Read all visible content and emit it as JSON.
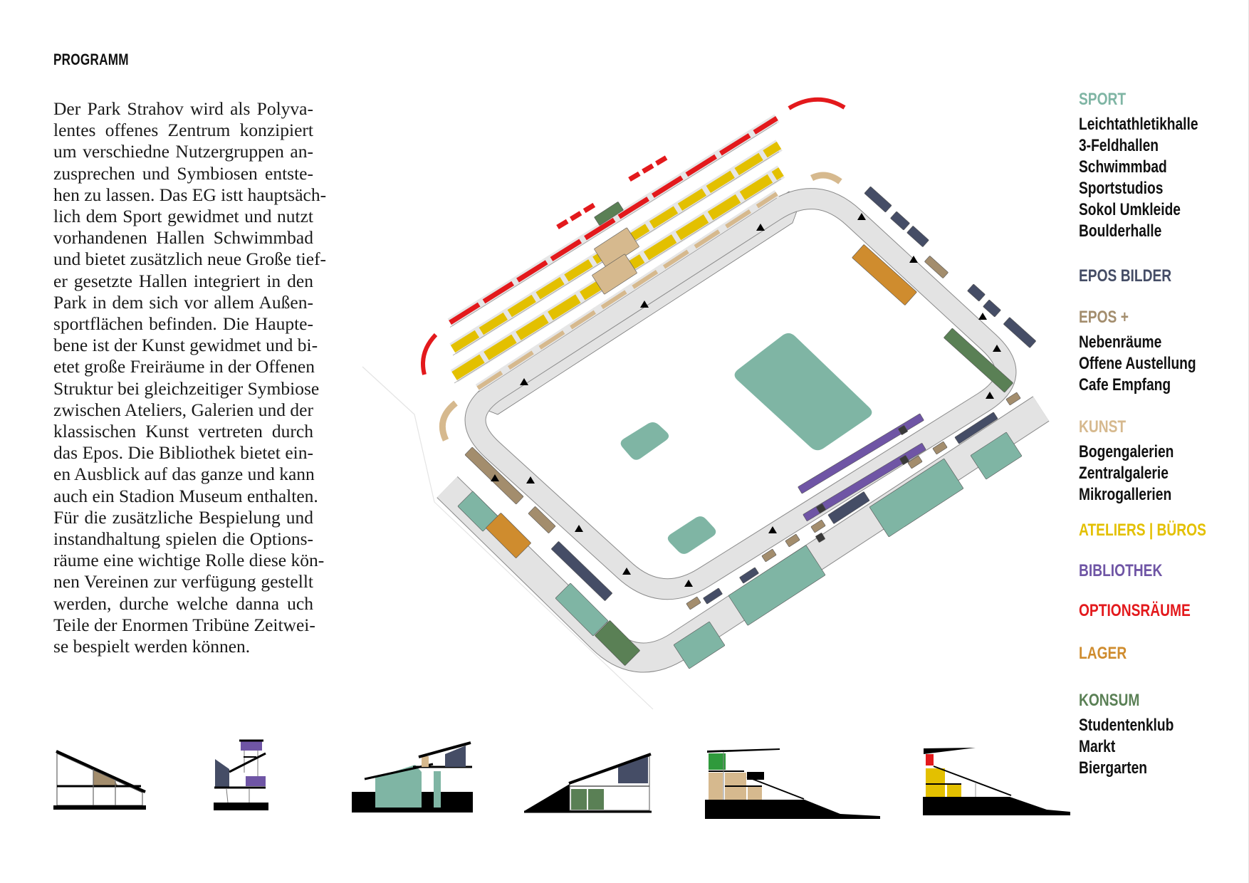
{
  "title": "PROGRAMM",
  "paragraph": [
    "Der Park Strahov wird als Polyva-",
    "lentes offenes Zentrum konzipiert",
    "um verschiedne Nutzergruppen an-",
    "zusprechen und Symbiosen entste-",
    "hen zu lassen. Das EG istt hauptsäch-",
    "lich dem Sport gewidmet und nutzt",
    "vorhandenen Hallen Schwimmbad",
    "und bietet zusätzlich neue Große tief-",
    "er gesetzte Hallen integriert in den",
    "Park in dem sich vor allem Außen-",
    "sportflächen befinden. Die Haupte-",
    "bene ist der Kunst gewidmet und bi-",
    "etet große Freiräume in der Offenen",
    "Struktur bei gleichzeitiger Symbiose",
    "zwischen Ateliers, Galerien und der",
    "klassischen Kunst vertreten durch",
    "das Epos. Die Bibliothek bietet ein-",
    "en Ausblick auf das ganze und kann",
    "auch ein Stadion Museum enthalten.",
    "Für die zusätzliche Bespielung und",
    "instandhaltung spielen die Options-",
    "räume eine wichtige Rolle diese kön-",
    "nen Vereinen zur verfügung gestellt",
    "werden, durche welche danna uch",
    "Teile der Enormen Tribüne Zeitwei-",
    "se bespielt werden können."
  ],
  "legend": [
    {
      "header": "SPORT",
      "color": "#7fb5a4",
      "items": [
        "Leichtathletikhalle",
        "3-Feldhallen",
        "Schwimmbad",
        "Sportstudios",
        "Sokol Umkleide",
        "Boulderhalle"
      ]
    },
    {
      "header": "EPOS BILDER",
      "color": "#454d66",
      "items": []
    },
    {
      "header": "EPOS +",
      "color": "#a38d6d",
      "items": [
        "Nebenräume",
        "Offene Austellung",
        "Cafe Empfang"
      ]
    },
    {
      "header": "KUNST",
      "color": "#d6b98e",
      "items": [
        "Bogengalerien",
        "Zentralgalerie",
        "Mikrogallerien"
      ]
    },
    {
      "header": "ATELIERS | BÜROS",
      "color": "#e3c000",
      "items": []
    },
    {
      "header": "BIBLIOTHEK",
      "color": "#6f55a5",
      "items": []
    },
    {
      "header": "OPTIONSRÄUME",
      "color": "#e3191c",
      "items": []
    },
    {
      "header": "LAGER",
      "color": "#cf8c2e",
      "items": []
    },
    {
      "header": "KONSUM",
      "color": "#5a8055",
      "items": [
        "Studentenklub",
        "Markt",
        "Biergarten"
      ]
    }
  ],
  "colors": {
    "band": "#e3e3e3",
    "band_edge": "#8a8a8a",
    "section_green": "#2f9a3c"
  }
}
